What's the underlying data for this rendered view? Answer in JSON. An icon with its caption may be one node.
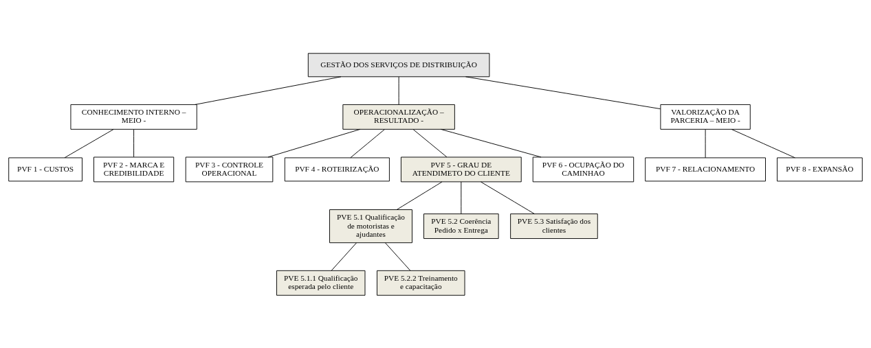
{
  "diagram": {
    "nodes": [
      {
        "text": [
          "GESTÃO DOS SERVIÇOS DE DISTRIBUIÇÃO"
        ]
      },
      {
        "text": [
          "CONHECIMENTO INTERNO – MEIO -"
        ]
      },
      {
        "text": [
          "OPERACIONALIZAÇÃO – RESULTADO -"
        ]
      },
      {
        "text": [
          "VALORIZAÇÃO DA PARCERIA – MEIO -"
        ]
      },
      {
        "text": [
          "PVF 1 - CUSTOS"
        ]
      },
      {
        "text": [
          "PVF 2 - MARCA E CREDIBILIDADE"
        ]
      },
      {
        "text": [
          "PVF 3 - CONTROLE OPERACIONAL"
        ]
      },
      {
        "text": [
          "PVF 4 - ROTEIRIZAÇÃO"
        ]
      },
      {
        "text": [
          "PVF 5 - GRAU DE ATENDIMETO DO CLIENTE"
        ]
      },
      {
        "text": [
          "PVF 6 - OCUPAÇÃO DO CAMINHAO"
        ]
      },
      {
        "text": [
          "PVF 7 - RELACIONAMENTO"
        ]
      },
      {
        "text": [
          "PVF 8 - EXPANSÃO"
        ]
      },
      {
        "text": [
          "PVE 5.1 Qualificação de motoristas e ajudantes"
        ]
      },
      {
        "text": [
          "PVE 5.2 Coerência Pedido x Entrega"
        ]
      },
      {
        "text": [
          "PVE 5.3 Satisfação dos clientes"
        ]
      },
      {
        "text": [
          "PVE 5.1.1 Qualificação esperada pelo cliente"
        ]
      },
      {
        "text": [
          "PVE 5.2.2 Treinamento e capacitação"
        ]
      }
    ],
    "edges": [
      {
        "from": 0,
        "to": 1,
        "arrow": "none"
      },
      {
        "from": 0,
        "to": 2,
        "arrow": "none"
      },
      {
        "from": 0,
        "to": 3,
        "arrow": "none"
      },
      {
        "from": 1,
        "to": 4,
        "arrow": "none"
      },
      {
        "from": 1,
        "to": 5,
        "arrow": "none"
      },
      {
        "from": 2,
        "to": 6,
        "arrow": "none"
      },
      {
        "from": 2,
        "to": 7,
        "arrow": "none"
      },
      {
        "from": 2,
        "to": 8,
        "arrow": "none"
      },
      {
        "from": 2,
        "to": 9,
        "arrow": "none"
      },
      {
        "from": 3,
        "to": 10,
        "arrow": "none"
      },
      {
        "from": 3,
        "to": 11,
        "arrow": "none"
      },
      {
        "from": 8,
        "to": 12,
        "arrow": "none"
      },
      {
        "from": 8,
        "to": 13,
        "arrow": "none"
      },
      {
        "from": 8,
        "to": 14,
        "arrow": "none"
      },
      {
        "from": 12,
        "to": 15,
        "arrow": "none"
      },
      {
        "from": 12,
        "to": 16,
        "arrow": "none"
      }
    ]
  }
}
